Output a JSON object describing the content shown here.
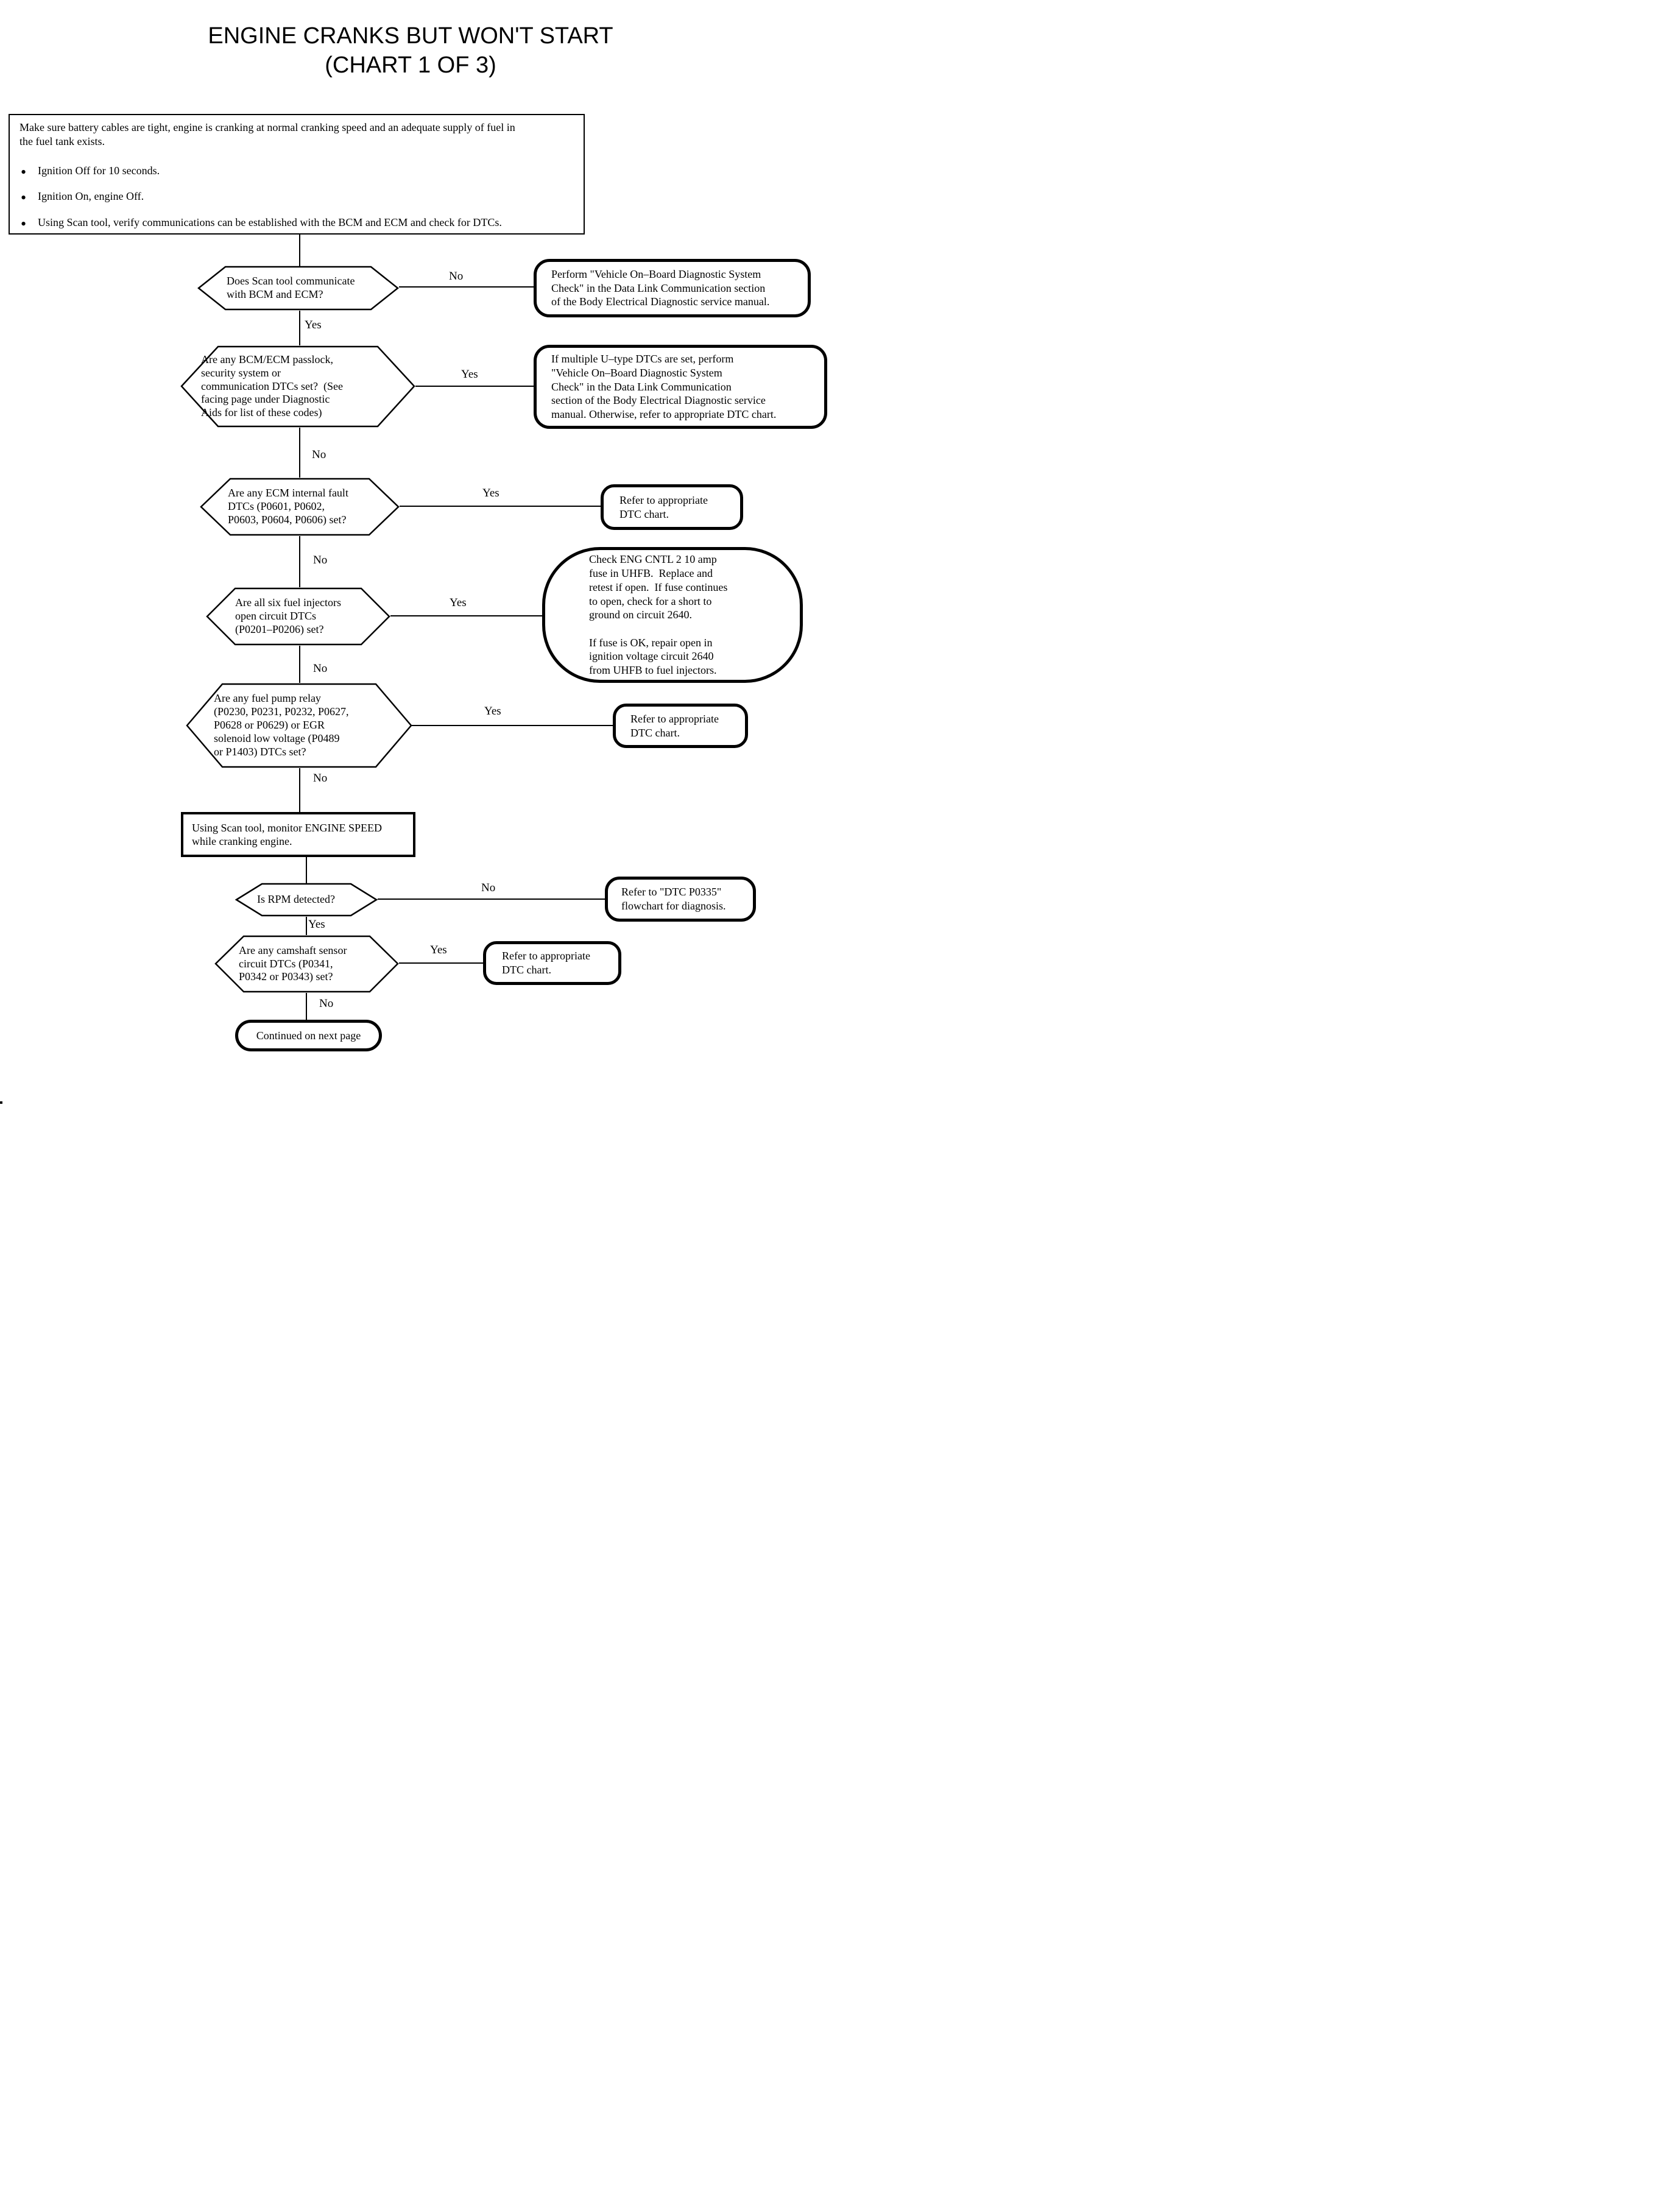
{
  "page": {
    "title_line1": "ENGINE CRANKS BUT WON'T START",
    "title_line2": "(CHART 1 OF 3)"
  },
  "colors": {
    "ink": "#000000",
    "paper": "#ffffff"
  },
  "intro": {
    "paragraph": "Make sure battery cables are tight, engine is cranking at normal cranking speed and an adequate supply of fuel in the fuel tank exists.",
    "bullets": [
      "Ignition Off for 10 seconds.",
      "Ignition On, engine Off.",
      "Using Scan tool, verify communications can be established with the BCM and ECM and check for DTCs."
    ]
  },
  "nodes": {
    "q_scan": "Does Scan tool communicate\nwith BCM and ECM?",
    "t_obd": "Perform \"Vehicle On–Board Diagnostic System\nCheck\" in the Data Link Communication section\nof the Body Electrical Diagnostic service manual.",
    "q_passlock": "Are any BCM/ECM passlock,\nsecurity system or\ncommunication DTCs set?  (See\nfacing page under Diagnostic\nAids for list of these codes)",
    "t_utype": "If multiple U–type DTCs are set, perform\n\"Vehicle On–Board Diagnostic System\nCheck\" in the Data Link Communication\nsection of the Body Electrical Diagnostic service\nmanual. Otherwise, refer to appropriate DTC chart.",
    "q_ecm_internal": "Are any ECM internal fault\nDTCs (P0601, P0602,\nP0603, P0604, P0606) set?",
    "t_dtc_1": "Refer to appropriate\nDTC chart.",
    "q_injectors": "Are all six fuel injectors\nopen circuit DTCs\n(P0201–P0206) set?",
    "t_fuse": "Check ENG CNTL 2 10 amp\nfuse in UHFB.  Replace and\nretest if open.  If fuse continues\nto open, check for a short to\nground on circuit 2640.\n\nIf fuse is OK, repair open in\nignition voltage circuit 2640\nfrom UHFB to fuel injectors.",
    "q_fuelpump": "Are any fuel pump relay\n(P0230, P0231, P0232, P0627,\nP0628 or P0629) or EGR\nsolenoid low voltage (P0489\nor P1403) DTCs set?",
    "t_dtc_2": "Refer to appropriate\nDTC chart.",
    "p_monitor": "Using Scan tool, monitor ENGINE SPEED\nwhile cranking engine.",
    "q_rpm": "Is RPM detected?",
    "t_p0335": "Refer to \"DTC P0335\"\nflowchart for diagnosis.",
    "q_camshaft": "Are any camshaft sensor\ncircuit DTCs (P0341,\nP0342 or P0343) set?",
    "t_dtc_3": "Refer to appropriate\nDTC chart.",
    "end": "Continued on next page"
  },
  "labels": {
    "yes": "Yes",
    "no": "No"
  }
}
